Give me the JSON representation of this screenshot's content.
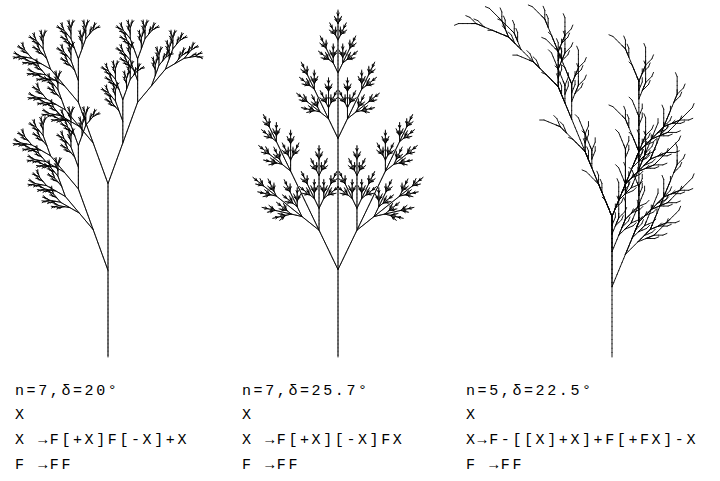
{
  "diagram": {
    "labels": [
      "n=7,δ=20°",
      "X",
      "X →F[+X]F[-X]+X",
      "F →FF",
      "n=7,δ=25.7°",
      "X",
      "X →F[+X][-X]FX",
      "F →FF",
      "n=5,δ=22.5°",
      "X",
      "X→F-[[X]+X]+F[+FX]-X",
      "F →FF"
    ]
  }
}
